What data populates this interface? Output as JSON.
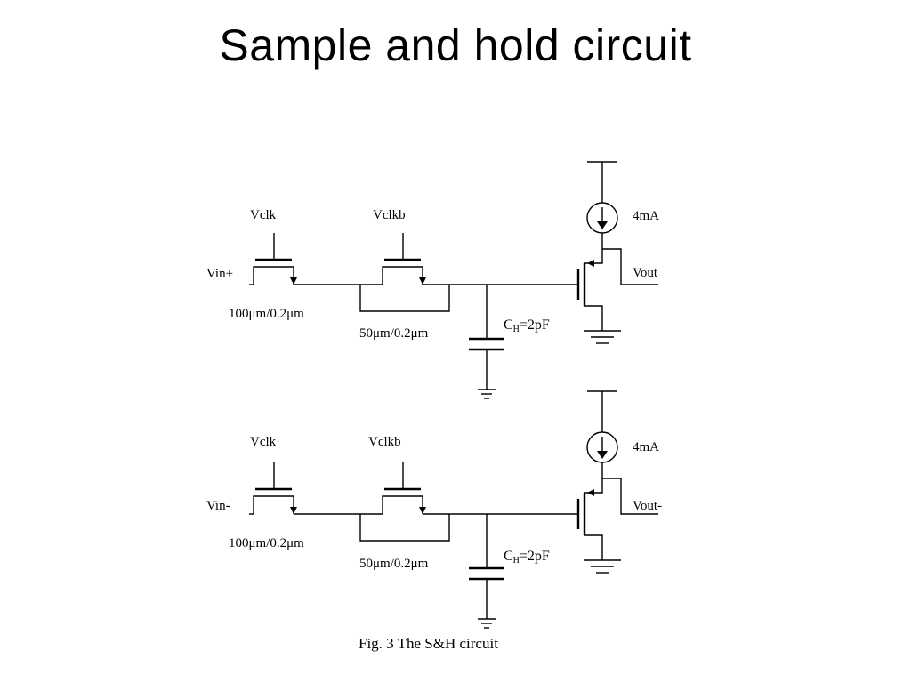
{
  "slide": {
    "title": "Sample and hold circuit"
  },
  "circuit": {
    "top": {
      "input_label": "Vin+",
      "clk_label": "Vclk",
      "clkb_label": "Vclkb",
      "switch_size": "100μm/0.2μm",
      "dummy_size": "50μm/0.2μm",
      "cap_label_prefix": "C",
      "cap_label_sub": "H",
      "cap_label_value": "=2pF",
      "current_label": "4mA",
      "output_label": "Vout"
    },
    "bottom": {
      "input_label": "Vin-",
      "clk_label": "Vclk",
      "clkb_label": "Vclkb",
      "switch_size": "100μm/0.2μm",
      "dummy_size": "50μm/0.2μm",
      "cap_label_prefix": "C",
      "cap_label_sub": "H",
      "cap_label_value": "=2pF",
      "current_label": "4mA",
      "output_label": "Vout-"
    },
    "caption": "Fig. 3 The S&H circuit"
  }
}
